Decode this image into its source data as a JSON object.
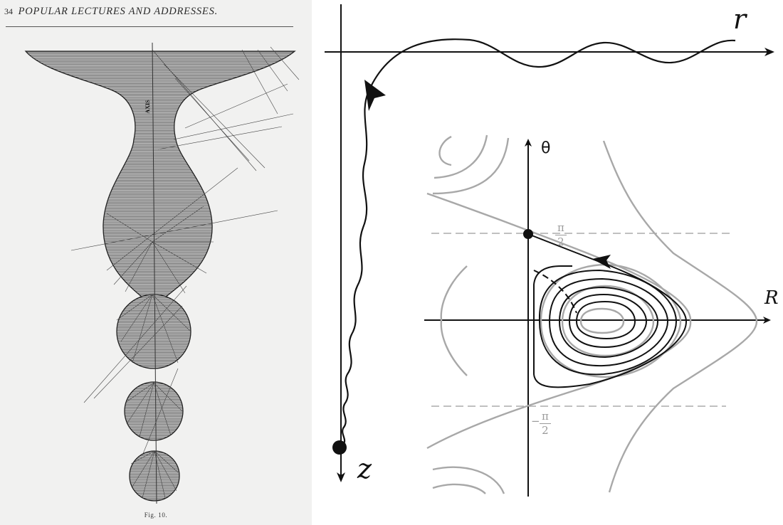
{
  "book_page": {
    "page_number": "34",
    "running_title": "POPULAR LECTURES AND ADDRESSES.",
    "axis_label": "AXIS",
    "figure_caption": "Fig. 10."
  },
  "phase_diagram": {
    "axis_r": "r",
    "axis_z": "z",
    "axis_theta": "θ",
    "axis_R": "R",
    "tick_top_num": "π",
    "tick_top_den": "2",
    "tick_bottom_sign": "−",
    "tick_bottom_num": "π",
    "tick_bottom_den": "2"
  },
  "colors": {
    "ink": "#111111",
    "contour_gray": "#a8a8a8",
    "dashed_gray": "#9a9a9a",
    "page_background": "#f1f1f0",
    "figure_fill": "#c4c4c4"
  }
}
